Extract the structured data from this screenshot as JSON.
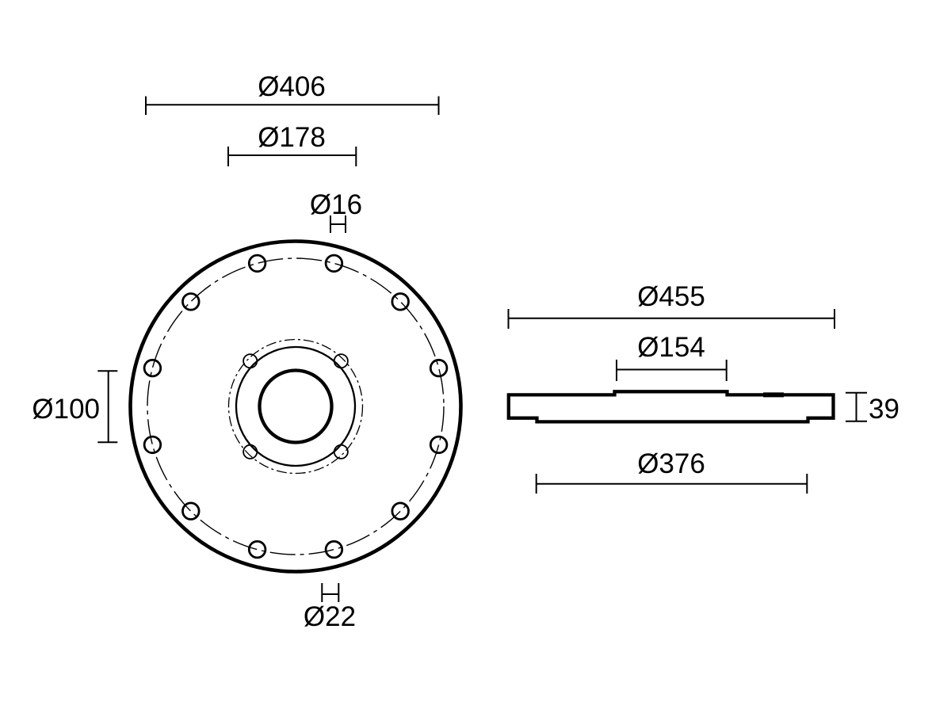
{
  "colors": {
    "ink": "#000000",
    "background": "#ffffff"
  },
  "front_view": {
    "dims": {
      "bolt_circle": "Ø406",
      "hub_pilot_circle": "Ø178",
      "hub_hole": "Ø16",
      "bore": "Ø100",
      "bolt_hole": "Ø22"
    },
    "bolt_hole_count": 12,
    "hub_hole_count": 4
  },
  "side_view": {
    "dims": {
      "outer": "Ø455",
      "boss": "Ø154",
      "spigot": "Ø376",
      "thickness": "39"
    }
  }
}
